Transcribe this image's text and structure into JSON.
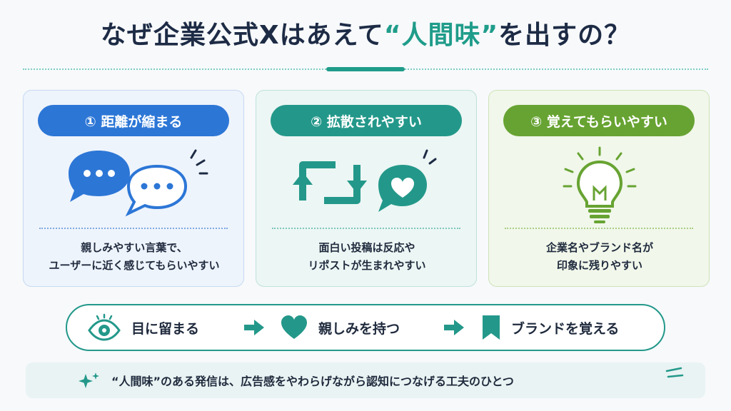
{
  "title": {
    "before": "なぜ企業公式Xはあえて",
    "accent": "“人間味”",
    "after": "を出すの？"
  },
  "cards": [
    {
      "label": "① 距離が縮まる",
      "text_line1": "親しみやすい言葉で、",
      "text_line2": "ユーザーに近く感じてもらいやすい",
      "icon": "chat-bubbles-icon",
      "color": "#2c76d6"
    },
    {
      "label": "② 拡散されやすい",
      "text_line1": "面白い投稿は反応や",
      "text_line2": "リポストが生まれやすい",
      "icon": "repost-heart-icon",
      "color": "#23988a"
    },
    {
      "label": "③ 覚えてもらいやすい",
      "text_line1": "企業名やブランド名が",
      "text_line2": "印象に残りやすい",
      "icon": "lightbulb-icon",
      "color": "#67a332"
    }
  ],
  "flow": [
    {
      "label": "目に留まる",
      "icon": "eye-icon"
    },
    {
      "label": "親しみを持つ",
      "icon": "heart-icon"
    },
    {
      "label": "ブランドを覚える",
      "icon": "bookmark-icon"
    }
  ],
  "footer": {
    "text": "“人間味”のある発信は、広告感をやわらげながら認知につなげる工夫のひとつ"
  },
  "colors": {
    "accent": "#1f9c8a",
    "blue": "#2c76d6",
    "teal": "#23988a",
    "green": "#67a332",
    "navy": "#1d2b45"
  }
}
